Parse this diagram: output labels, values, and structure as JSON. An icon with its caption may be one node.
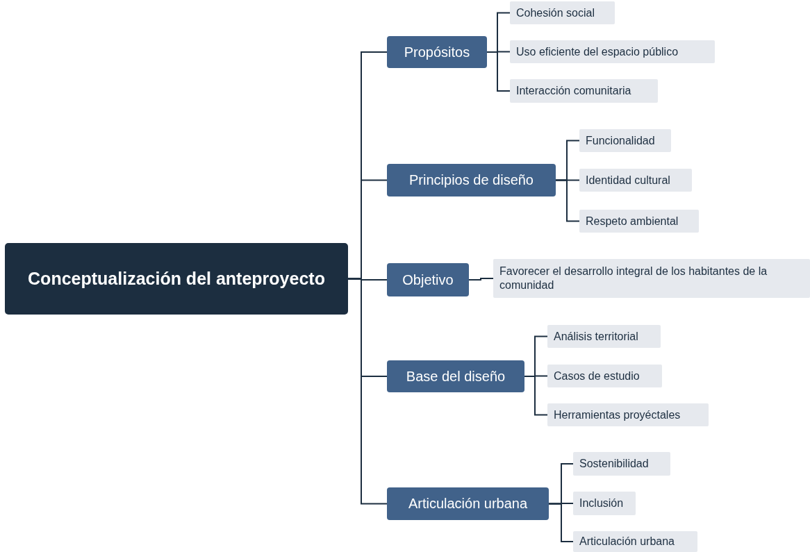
{
  "diagram": {
    "nodes": [
      {
        "text": [
          "Conceptualización del anteproyecto"
        ]
      },
      {
        "text": [
          "Propósitos"
        ]
      },
      {
        "text": [
          "Cohesión social"
        ]
      },
      {
        "text": [
          "Uso eficiente del espacio público"
        ]
      },
      {
        "text": [
          "Interacción comunitaria"
        ]
      },
      {
        "text": [
          "Principios de diseño"
        ]
      },
      {
        "text": [
          "Funcionalidad"
        ]
      },
      {
        "text": [
          "Identidad cultural"
        ]
      },
      {
        "text": [
          "Respeto ambiental"
        ]
      },
      {
        "text": [
          "Objetivo"
        ]
      },
      {
        "text": [
          "Favorecer el desarrollo integral de los habitantes de la comunidad"
        ]
      },
      {
        "text": [
          "Base del diseño"
        ]
      },
      {
        "text": [
          "Análisis territorial"
        ]
      },
      {
        "text": [
          "Casos de estudio"
        ]
      },
      {
        "text": [
          "Herramientas proyéctales"
        ]
      },
      {
        "text": [
          "Articulación urbana"
        ]
      },
      {
        "text": [
          "Sostenibilidad"
        ]
      },
      {
        "text": [
          "Inclusión"
        ]
      },
      {
        "text": [
          "Articulación urbana"
        ]
      }
    ],
    "edges": [
      {
        "from": 0,
        "to": 1,
        "arrow": "none"
      },
      {
        "from": 0,
        "to": 5,
        "arrow": "none"
      },
      {
        "from": 0,
        "to": 9,
        "arrow": "none"
      },
      {
        "from": 0,
        "to": 11,
        "arrow": "none"
      },
      {
        "from": 0,
        "to": 15,
        "arrow": "none"
      },
      {
        "from": 1,
        "to": 2,
        "arrow": "none"
      },
      {
        "from": 1,
        "to": 3,
        "arrow": "none"
      },
      {
        "from": 1,
        "to": 4,
        "arrow": "none"
      },
      {
        "from": 5,
        "to": 6,
        "arrow": "none"
      },
      {
        "from": 5,
        "to": 7,
        "arrow": "none"
      },
      {
        "from": 5,
        "to": 8,
        "arrow": "none"
      },
      {
        "from": 9,
        "to": 10,
        "arrow": "none"
      },
      {
        "from": 11,
        "to": 12,
        "arrow": "none"
      },
      {
        "from": 11,
        "to": 13,
        "arrow": "none"
      },
      {
        "from": 11,
        "to": 14,
        "arrow": "none"
      },
      {
        "from": 15,
        "to": 16,
        "arrow": "none"
      },
      {
        "from": 15,
        "to": 17,
        "arrow": "none"
      },
      {
        "from": 15,
        "to": 18,
        "arrow": "none"
      }
    ]
  }
}
